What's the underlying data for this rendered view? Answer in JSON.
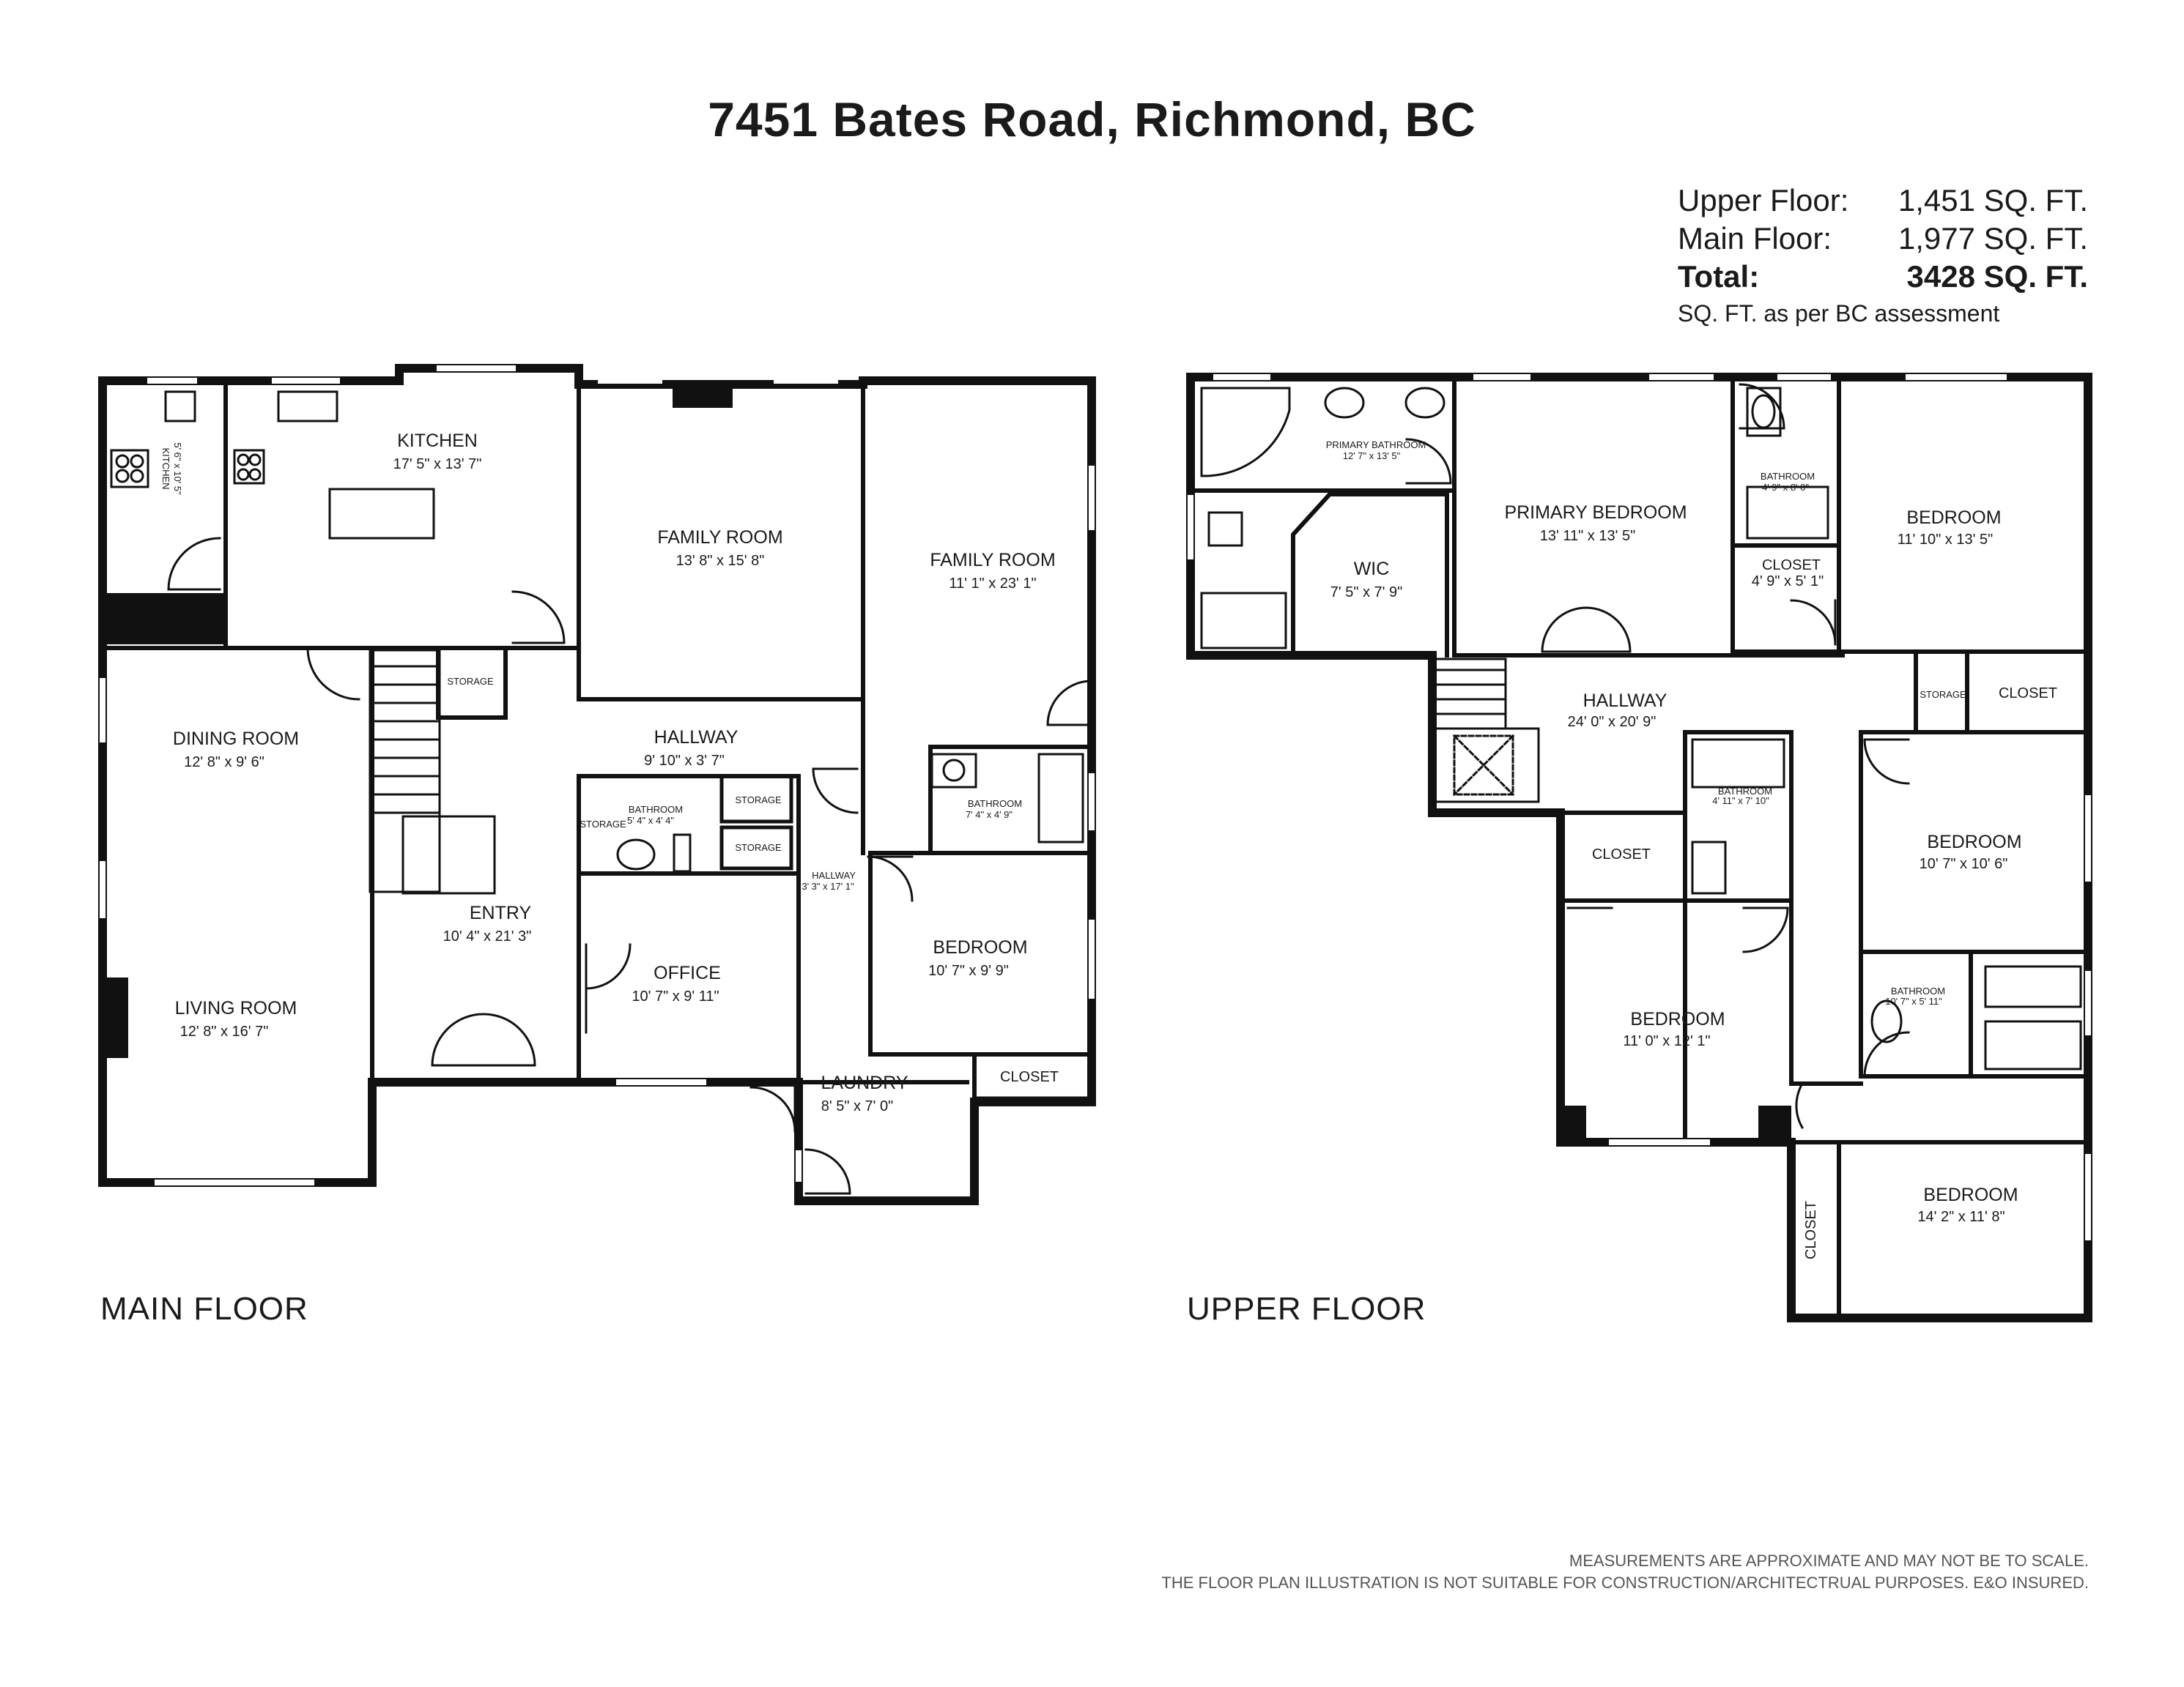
{
  "title": "7451 Bates Road, Richmond, BC",
  "areas": {
    "upper_label": "Upper Floor:",
    "upper_value": "1,451 SQ. FT.",
    "main_label": "Main Floor:",
    "main_value": "1,977 SQ. FT.",
    "total_label": "Total:",
    "total_value": "3428 SQ. FT.",
    "note": "SQ. FT. as per BC assessment"
  },
  "main_floor": {
    "label": "MAIN FLOOR",
    "rooms": {
      "kitchen": {
        "name": "KITCHEN",
        "dims": "17' 5\" x 13' 7\""
      },
      "kitchen_small": {
        "name": "KITCHEN",
        "dims": "5' 6\" x 10' 5\""
      },
      "family_room_1": {
        "name": "FAMILY ROOM",
        "dims": "13' 8\" x 15' 8\""
      },
      "family_room_2": {
        "name": "FAMILY ROOM",
        "dims": "11' 1\" x 23' 1\""
      },
      "dining_room": {
        "name": "DINING ROOM",
        "dims": "12' 8\" x 9' 6\""
      },
      "living_room": {
        "name": "LIVING ROOM",
        "dims": "12' 8\" x 16' 7\""
      },
      "entry": {
        "name": "ENTRY",
        "dims": "10' 4\" x 21' 3\""
      },
      "hallway": {
        "name": "HALLWAY",
        "dims": "9' 10\" x 3' 7\""
      },
      "hallway_2": {
        "name": "HALLWAY",
        "dims": "3' 3\" x 17' 1\""
      },
      "bathroom_1": {
        "name": "BATHROOM",
        "dims": "5' 4\" x 4' 4\""
      },
      "bathroom_2": {
        "name": "BATHROOM",
        "dims": "7' 4\" x 4' 9\""
      },
      "office": {
        "name": "OFFICE",
        "dims": "10' 7\" x 9' 11\""
      },
      "bedroom": {
        "name": "BEDROOM",
        "dims": "10' 7\" x 9' 9\""
      },
      "laundry": {
        "name": "LAUNDRY",
        "dims": "8' 5\" x 7' 0\""
      },
      "storage": "STORAGE",
      "closet": "CLOSET"
    }
  },
  "upper_floor": {
    "label": "UPPER FLOOR",
    "rooms": {
      "primary_bathroom": {
        "name": "PRIMARY BATHROOM",
        "dims": "12' 7\" x 13' 5\""
      },
      "primary_bedroom": {
        "name": "PRIMARY BEDROOM",
        "dims": "13' 11\" x 13' 5\""
      },
      "wic": {
        "name": "WIC",
        "dims": "7' 5\" x 7' 9\""
      },
      "bathroom_a": {
        "name": "BATHROOM",
        "dims": "4' 9\" x 8' 0\""
      },
      "closet_a": {
        "name": "CLOSET",
        "dims": "4' 9\" x 5' 1\""
      },
      "bedroom_a": {
        "name": "BEDROOM",
        "dims": "11' 10\" x 13' 5\""
      },
      "hallway": {
        "name": "HALLWAY",
        "dims": "24' 0\" x 20' 9\""
      },
      "bathroom_b": {
        "name": "BATHROOM",
        "dims": "4' 11\" x 7' 10\""
      },
      "bedroom_b": {
        "name": "BEDROOM",
        "dims": "10' 7\" x 10' 6\""
      },
      "bedroom_c": {
        "name": "BEDROOM",
        "dims": "11' 0\" x 12' 1\""
      },
      "bathroom_c": {
        "name": "BATHROOM",
        "dims": "10' 7\" x 5' 11\""
      },
      "bedroom_d": {
        "name": "BEDROOM",
        "dims": "14' 2\" x 11' 8\""
      },
      "storage": "STORAGE",
      "closet": "CLOSET"
    }
  },
  "disclaimer": {
    "line1": "MEASUREMENTS ARE APPROXIMATE AND MAY NOT BE TO SCALE.",
    "line2": "THE FLOOR PLAN ILLUSTRATION IS NOT SUITABLE FOR CONSTRUCTION/ARCHITECTRUAL PURPOSES. E&O INSURED."
  }
}
